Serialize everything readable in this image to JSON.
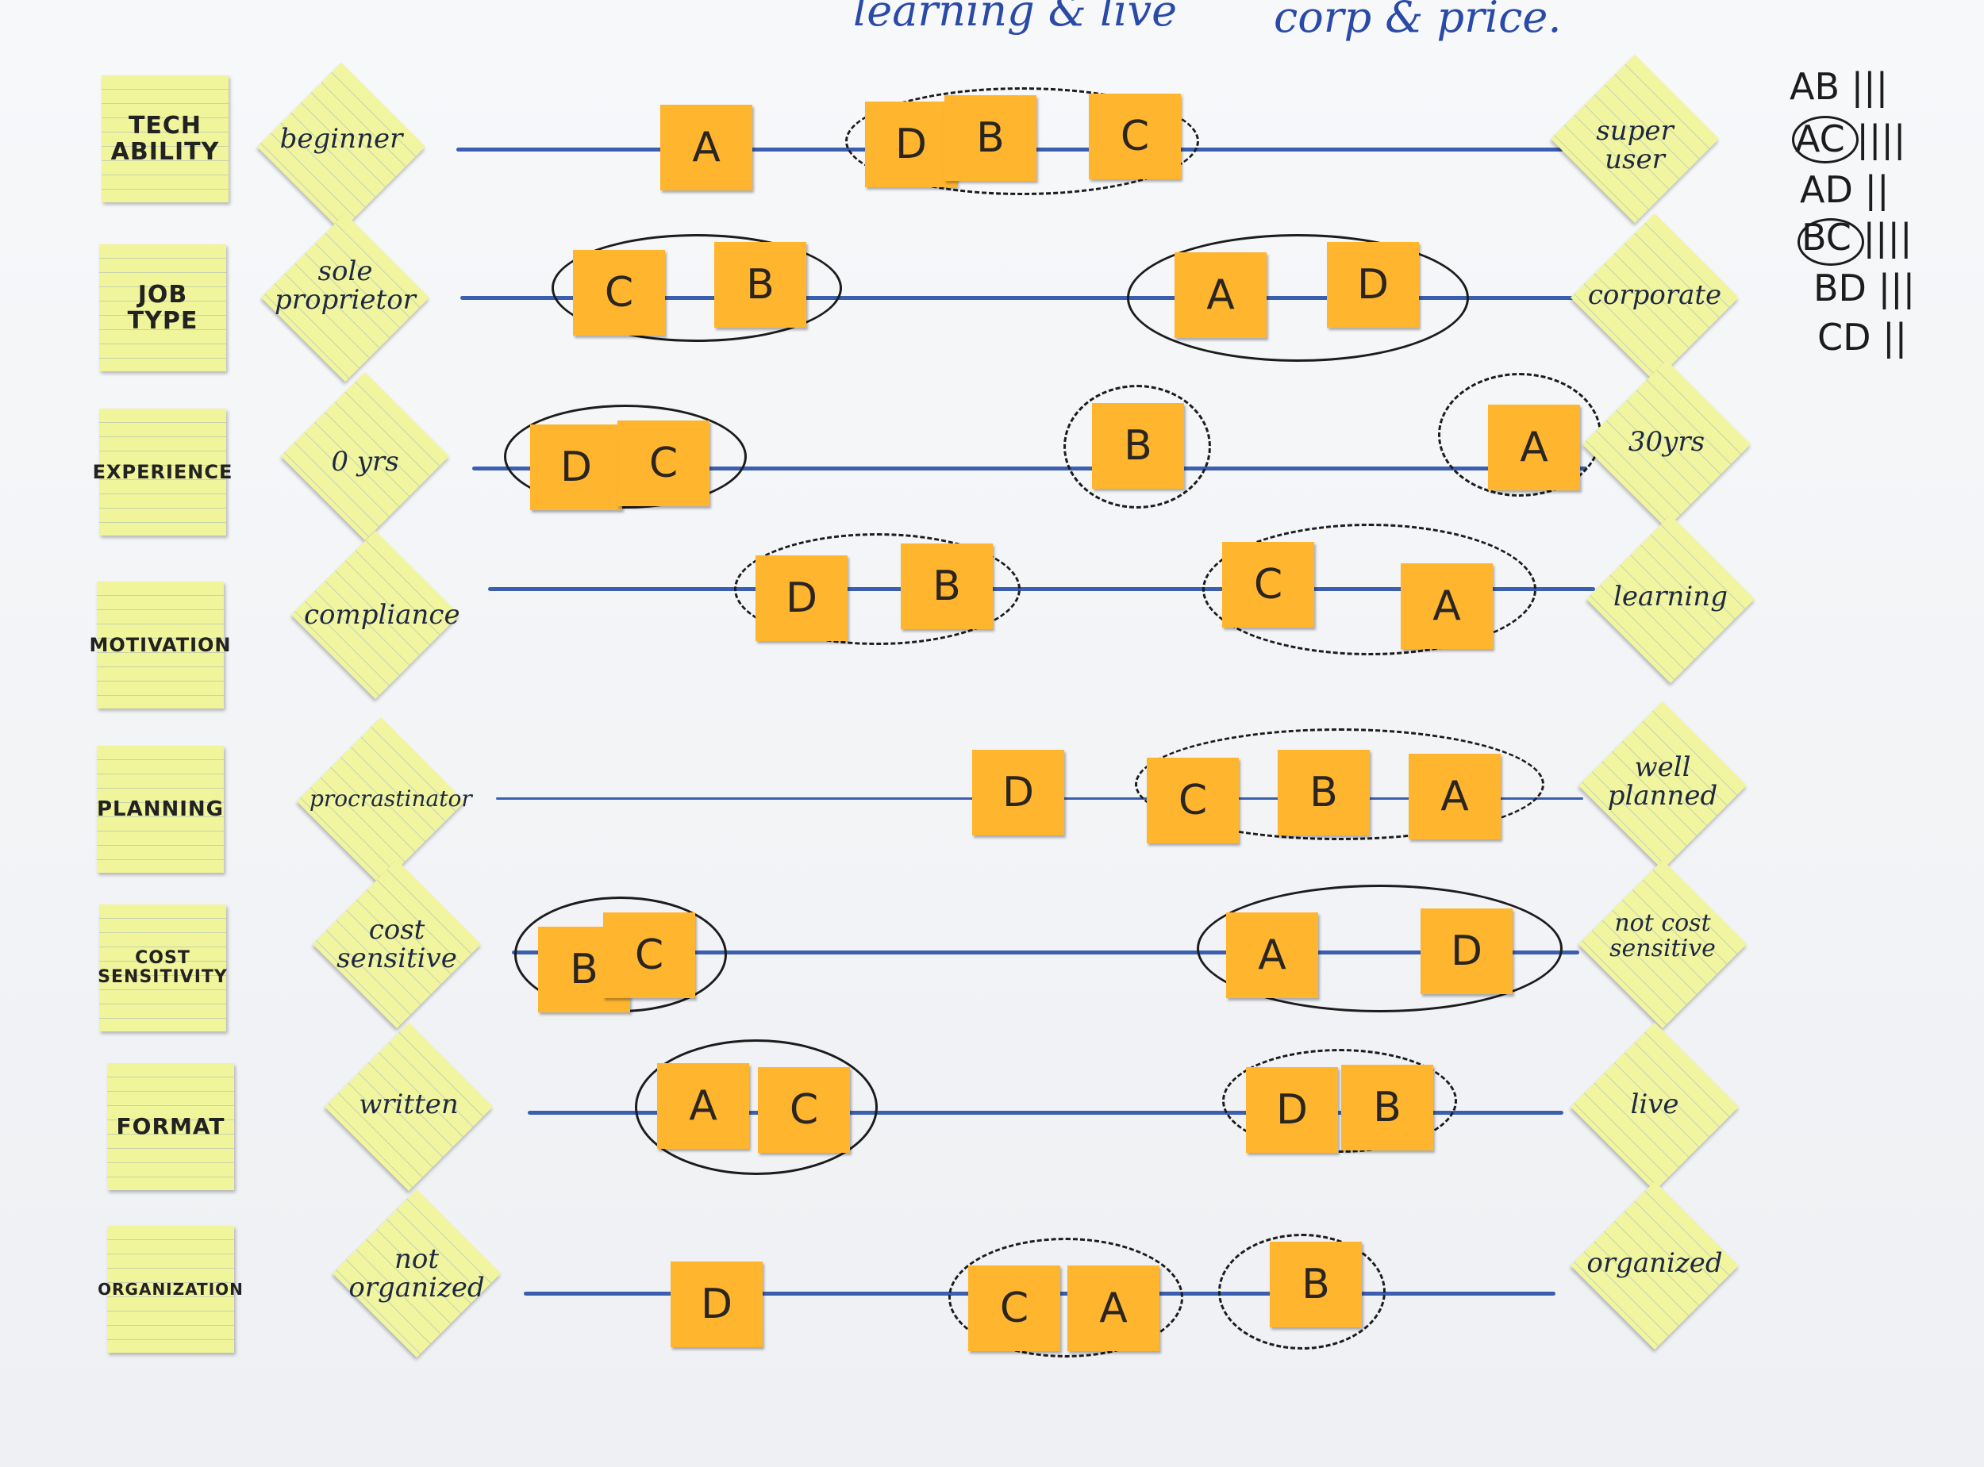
{
  "board": {
    "top_notes": [
      "learning & live",
      "corp & price."
    ],
    "tallies": [
      "AB |||",
      "AC ||||",
      "AD ||",
      "BC ||||",
      "BD |||",
      "CD ||"
    ],
    "rows": [
      {
        "attribute": "TECH\nABILITY",
        "left": "beginner",
        "right": "super\nuser",
        "notes": [
          "A",
          "D",
          "B",
          "C"
        ]
      },
      {
        "attribute": "JOB\nTYPE",
        "left": "sole\nproprietor",
        "right": "corporate",
        "notes": [
          "C",
          "B",
          "A",
          "D"
        ]
      },
      {
        "attribute": "EXPERIENCE",
        "left": "0 yrs",
        "right": "30yrs",
        "notes": [
          "D",
          "C",
          "B",
          "A"
        ]
      },
      {
        "attribute": "MOTIVATION",
        "left": "compliance",
        "right": "learning",
        "notes": [
          "D",
          "B",
          "C",
          "A"
        ]
      },
      {
        "attribute": "PLANNING",
        "left": "procrastinator",
        "right": "well\nplanned",
        "notes": [
          "D",
          "C",
          "B",
          "A"
        ]
      },
      {
        "attribute": "COST\nSENSITIVITY",
        "left": "cost\nsensitive",
        "right": "not cost\nsensitive",
        "notes": [
          "B",
          "C",
          "A",
          "D"
        ]
      },
      {
        "attribute": "FORMAT",
        "left": "written",
        "right": "live",
        "notes": [
          "A",
          "C",
          "D",
          "B"
        ]
      },
      {
        "attribute": "ORGANIZATION",
        "left": "not\norganized",
        "right": "organized",
        "notes": [
          "D",
          "C",
          "A",
          "B"
        ]
      }
    ]
  },
  "colors": {
    "attribute_note": "#f0f49b",
    "letter_note": "#ffb52e",
    "scale_line": "#3a5fb0",
    "marker": "#1c1c1c"
  }
}
